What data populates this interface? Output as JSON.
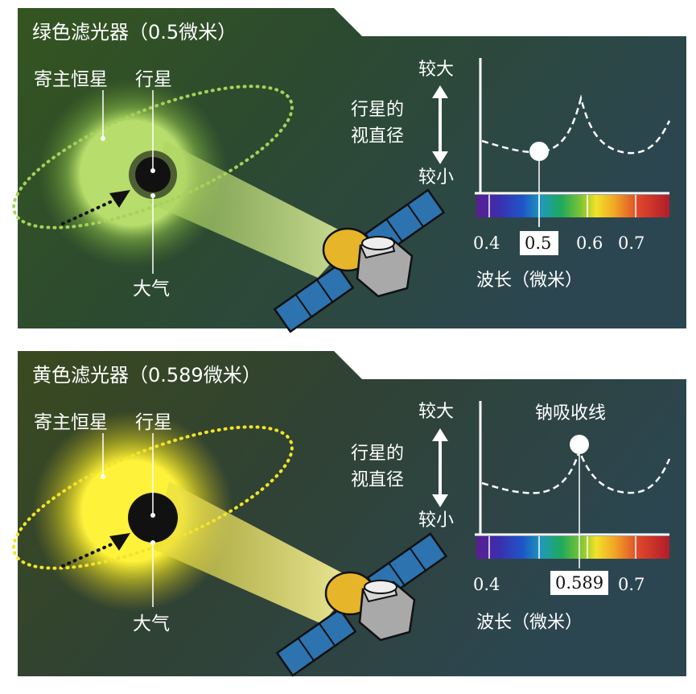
{
  "panels": [
    {
      "title": "绿色滤光器（0.5微米）",
      "host_star_label": "寄主恒星",
      "planet_label": "行星",
      "atmosphere_label": "大气",
      "y_axis": {
        "top": "较大",
        "label_line1": "行星的",
        "label_line2": "视直径",
        "bottom": "较小"
      },
      "x_axis_label": "波长（微米）",
      "ticks": [
        "0.4",
        "0.5",
        "0.6",
        "0.7"
      ],
      "highlight_tick": "0.5",
      "annotation": "",
      "glow_color": "#b5dc6a"
    },
    {
      "title": "黄色滤光器（0.589微米）",
      "host_star_label": "寄主恒星",
      "planet_label": "行星",
      "atmosphere_label": "大气",
      "y_axis": {
        "top": "较大",
        "label_line1": "行星的",
        "label_line2": "视直径",
        "bottom": "较小"
      },
      "x_axis_label": "波长（微米）",
      "ticks": [
        "0.4",
        "0.589",
        "0.7"
      ],
      "highlight_tick": "0.589",
      "annotation": "钠吸收线",
      "glow_color": "#f5ea2a"
    }
  ]
}
